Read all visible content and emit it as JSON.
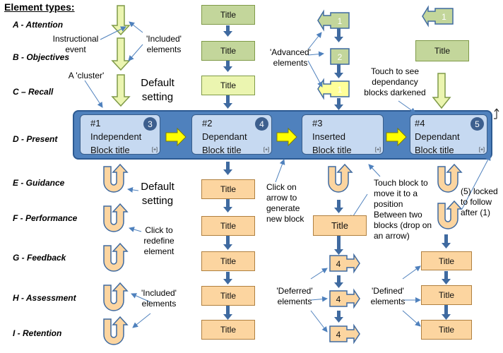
{
  "heading": "Element types:",
  "rows": [
    {
      "code": "A - Attention"
    },
    {
      "code": "B - Objectives"
    },
    {
      "code": "C – Recall"
    },
    {
      "code": "D - Present"
    },
    {
      "code": "E - Guidance"
    },
    {
      "code": "F - Performance"
    },
    {
      "code": "G - Feedback"
    },
    {
      "code": "H - Assessment"
    },
    {
      "code": "I - Retention"
    }
  ],
  "annotations": {
    "instructional_event": "Instructional event",
    "included_top": "'Included' elements",
    "cluster": "A 'cluster'",
    "default_setting_top": "Default setting",
    "advanced": "'Advanced' elements",
    "touch_dependancy": "Touch to see dependancy blocks darkened",
    "default_setting_bottom": "Default setting",
    "click_redefine": "Click to redefine element",
    "included_bottom": "'Included' elements",
    "click_arrow": "Click on arrow to generate new block",
    "touch_move": "Touch block to move it to a position Between two blocks (drop on an arrow)",
    "locked": "(5) locked to follow after (1)",
    "deferred": "'Deferred' elements",
    "defined": "'Defined' elements"
  },
  "title_label": "Title",
  "blocks": [
    {
      "num": "#1",
      "line1": "Independent",
      "line2": "Block title",
      "circle": "3",
      "plus": "[+]"
    },
    {
      "num": "#2",
      "line1": "Dependant",
      "line2": "Block title",
      "circle": "4",
      "plus": "[+]"
    },
    {
      "num": "#3",
      "line1": "Inserted",
      "line2": "Block title",
      "circle": "",
      "plus": "[+]"
    },
    {
      "num": "#4",
      "line1": "Dependant",
      "line2": "Block  title",
      "circle": "5",
      "plus": "[+]"
    }
  ],
  "badges": {
    "adv1": "1",
    "adv2": "2",
    "adv3": "1",
    "col4_top": "1",
    "def1": "4",
    "def2": "4",
    "def3": "4"
  },
  "colors": {
    "band": "#4f81bd",
    "block": "#c6d9f1",
    "green_dark": "#c3d69b",
    "green_light": "#ebf5b0",
    "orange": "#fcd5a0",
    "blue_arrow": "#3f6aa0",
    "yellow_arrow": "#ffff00"
  }
}
